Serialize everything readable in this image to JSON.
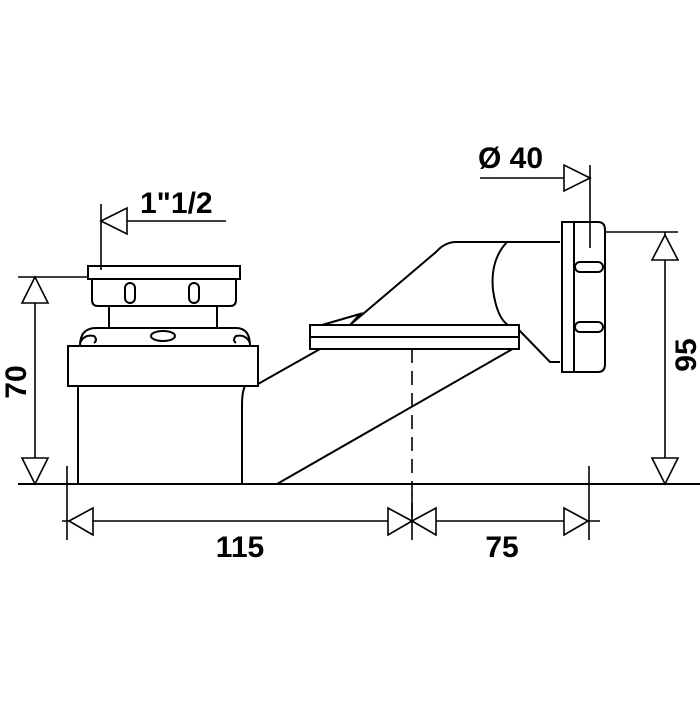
{
  "diagram": {
    "subject": "shower trap technical drawing",
    "colors": {
      "line": "#000000",
      "background": "#ffffff"
    },
    "dimensions": {
      "thread_size": {
        "label": "1\"1/2",
        "orientation": "horizontal"
      },
      "outlet_diameter": {
        "label": "Ø 40",
        "orientation": "horizontal"
      },
      "body_height": {
        "label": "70",
        "orientation": "vertical"
      },
      "outlet_height": {
        "label": "95",
        "orientation": "vertical"
      },
      "body_to_axis": {
        "label": "115",
        "orientation": "horizontal"
      },
      "axis_to_outlet": {
        "label": "75",
        "orientation": "horizontal"
      }
    }
  }
}
